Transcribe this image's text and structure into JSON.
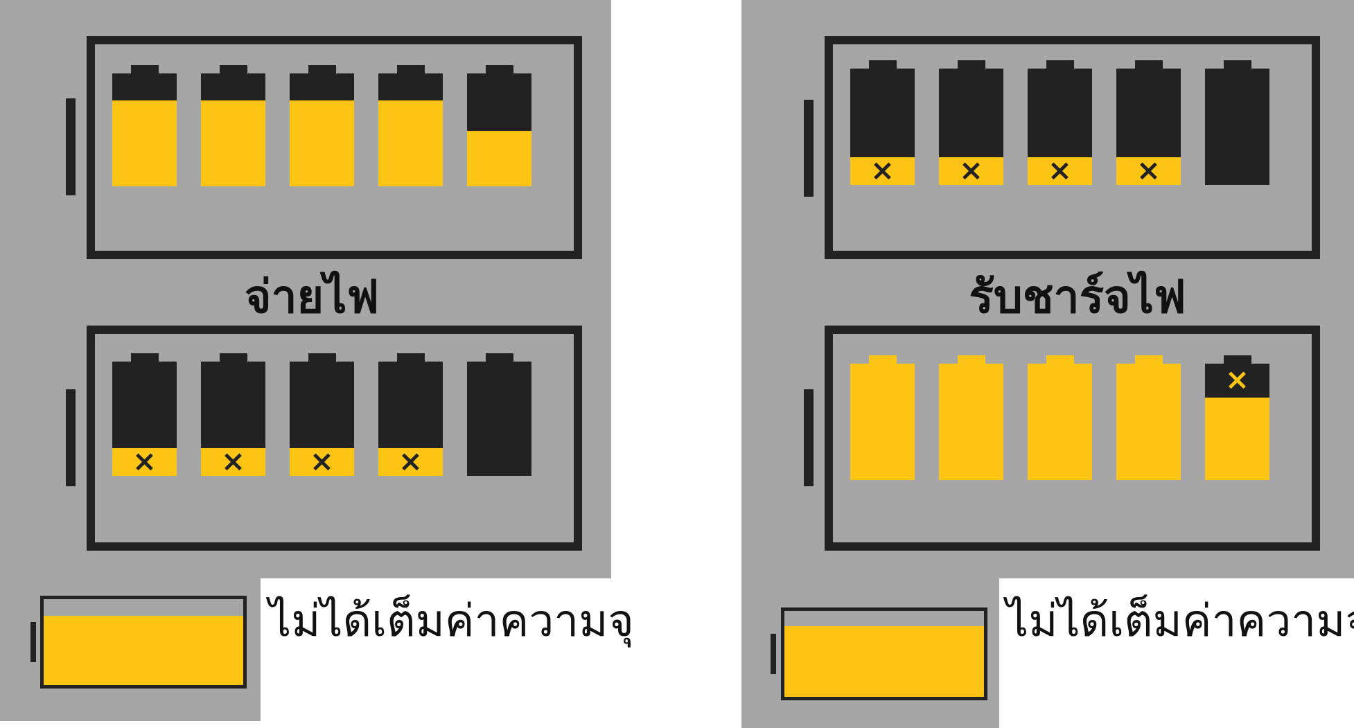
{
  "colors": {
    "panel": "#a6a6a6",
    "dark": "#222222",
    "yellow": "#fcc515"
  },
  "left": {
    "title": "จ่ายไฟ",
    "note": "ไม่ได้เต็มค่าความจุ",
    "top_cells": [
      {
        "level": 0.76,
        "mark": ""
      },
      {
        "level": 0.76,
        "mark": ""
      },
      {
        "level": 0.76,
        "mark": ""
      },
      {
        "level": 0.76,
        "mark": ""
      },
      {
        "level": 0.49,
        "mark": ""
      }
    ],
    "bottom_cells": [
      {
        "level": 0.24,
        "mark": "×"
      },
      {
        "level": 0.24,
        "mark": "×"
      },
      {
        "level": 0.24,
        "mark": "×"
      },
      {
        "level": 0.24,
        "mark": "×"
      },
      {
        "level": 0,
        "mark": ""
      }
    ],
    "summary_level": 0.81
  },
  "right": {
    "title": "รับชาร์จไฟ",
    "note": "ไม่ได้เต็มค่าความจุ",
    "top_cells": [
      {
        "level": 0.24,
        "mark": "×"
      },
      {
        "level": 0.24,
        "mark": "×"
      },
      {
        "level": 0.24,
        "mark": "×"
      },
      {
        "level": 0.24,
        "mark": "×"
      },
      {
        "level": 0,
        "mark": ""
      }
    ],
    "bottom_cells": [
      {
        "level": 1,
        "mark": ""
      },
      {
        "level": 1,
        "mark": ""
      },
      {
        "level": 1,
        "mark": ""
      },
      {
        "level": 1,
        "mark": ""
      },
      {
        "level": 0.71,
        "mark": "×"
      }
    ],
    "summary_level": 0.82
  }
}
